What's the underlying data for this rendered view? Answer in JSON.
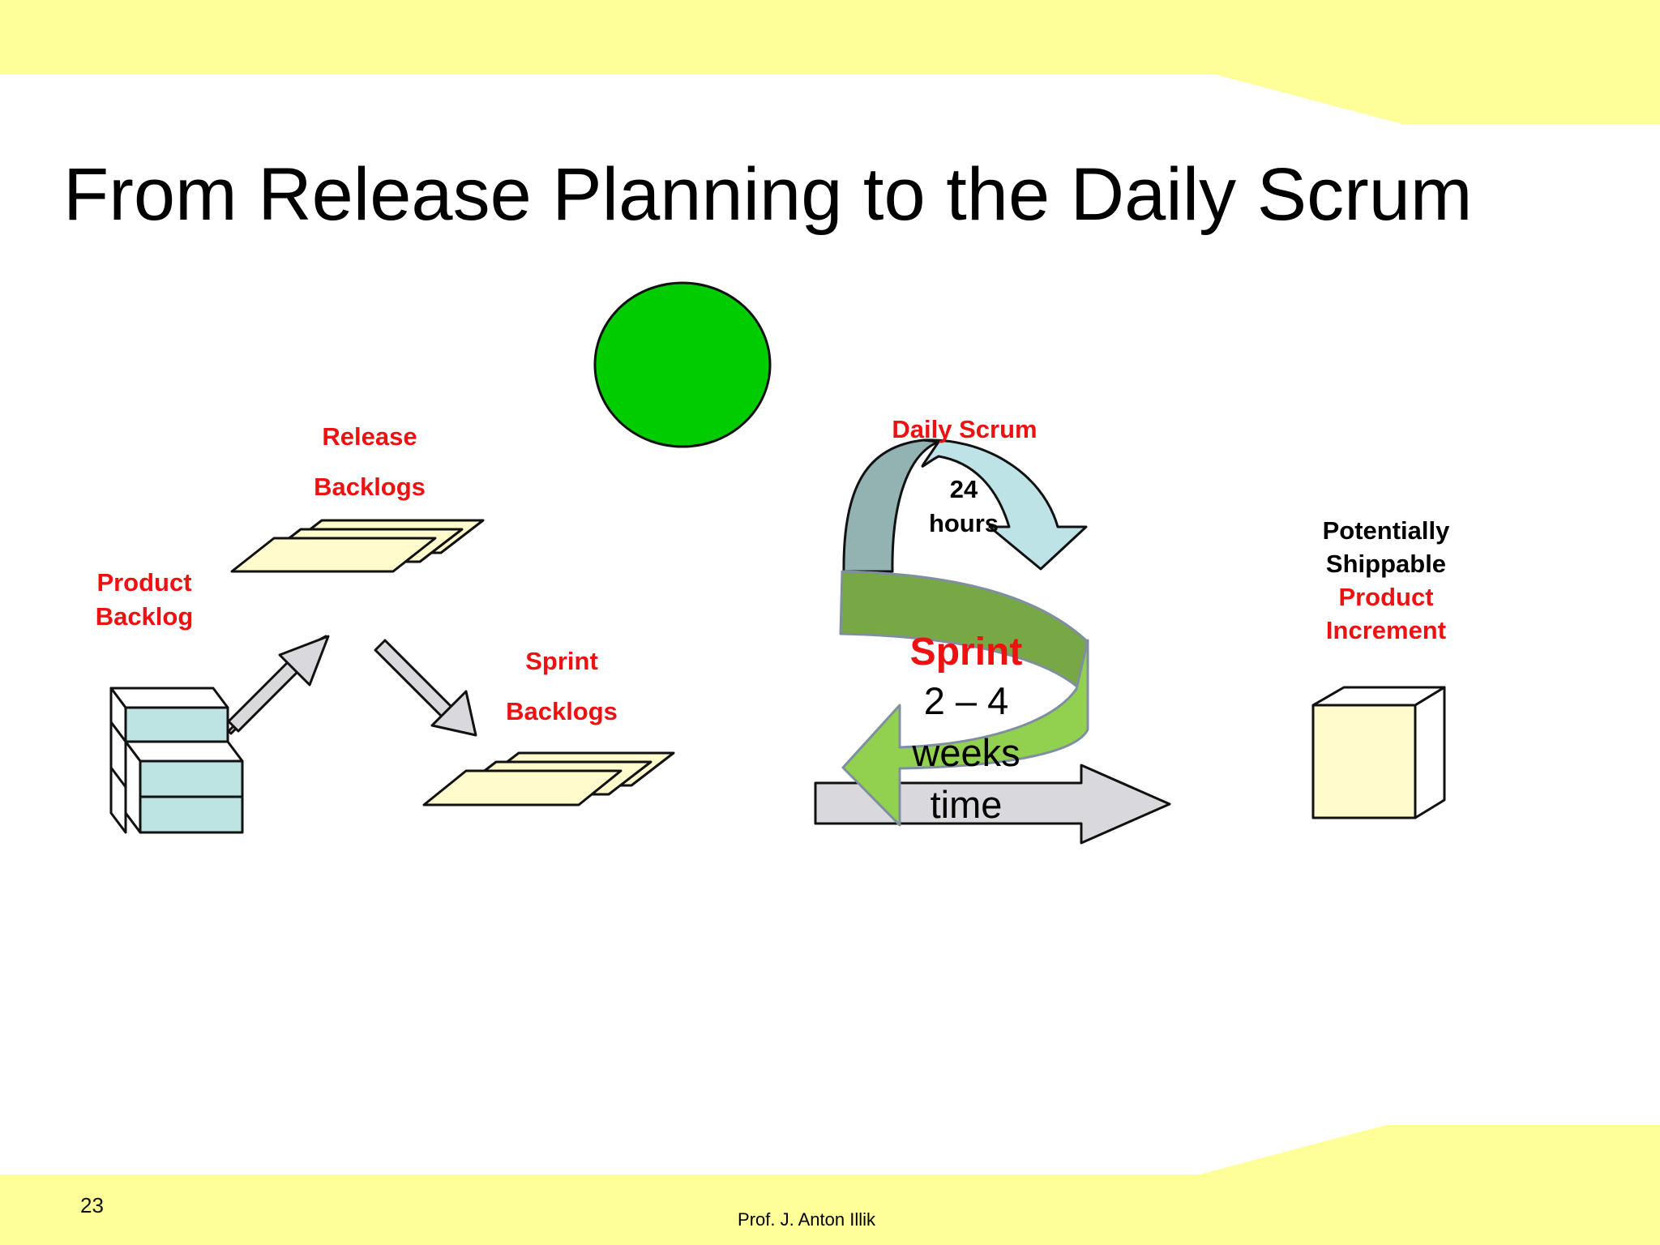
{
  "slide": {
    "title": "From Release Planning to the Daily Scrum",
    "page_number": "23",
    "footer": "Prof. J. Anton Illik"
  },
  "labels": {
    "release_line1": "Release",
    "release_line2": "Backlogs",
    "product_line1": "Product",
    "product_line2": "Backlog",
    "sprint_backlogs_line1": "Sprint",
    "sprint_backlogs_line2": "Backlogs",
    "daily_scrum": "Daily Scrum",
    "hours_value": "24",
    "hours_unit": "hours",
    "sprint": "Sprint",
    "sprint_duration": "2 – 4",
    "sprint_unit": "weeks",
    "time": "time",
    "increment_line1": "Potentially",
    "increment_line2": "Shippable",
    "increment_line3": "Product",
    "increment_line4": "Increment"
  },
  "colors": {
    "band_yellow": "#ffff99",
    "label_red": "#ee1111",
    "circle_green": "#00cc00",
    "backlog_blue": "#bde3e3",
    "card_yellow": "#fffbcc",
    "arrow_gray": "#d9d8dd",
    "sprint_green_dark": "#77a845",
    "sprint_green_light": "#92d050",
    "daily_arrow_light": "#bde3e7",
    "daily_arrow_dark": "#93b3b3"
  }
}
